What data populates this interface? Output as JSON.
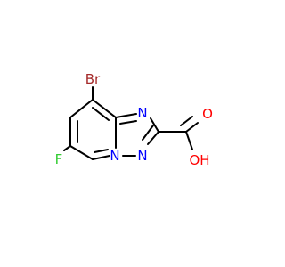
{
  "atoms": {
    "br": {
      "label": "Br"
    },
    "f": {
      "label": "F"
    },
    "n_top": {
      "label": "N"
    },
    "n_bridge": {
      "label": "N"
    },
    "n_bottom": {
      "label": "N"
    },
    "o_carbonyl": {
      "label": "O"
    },
    "oh": {
      "label": "OH"
    }
  },
  "colors": {
    "bromine": "#a52a2a",
    "fluorine": "#33cc33",
    "nitrogen": "#0000ff",
    "oxygen": "#ff0000",
    "bond": "#000000",
    "background": "#ffffff"
  }
}
